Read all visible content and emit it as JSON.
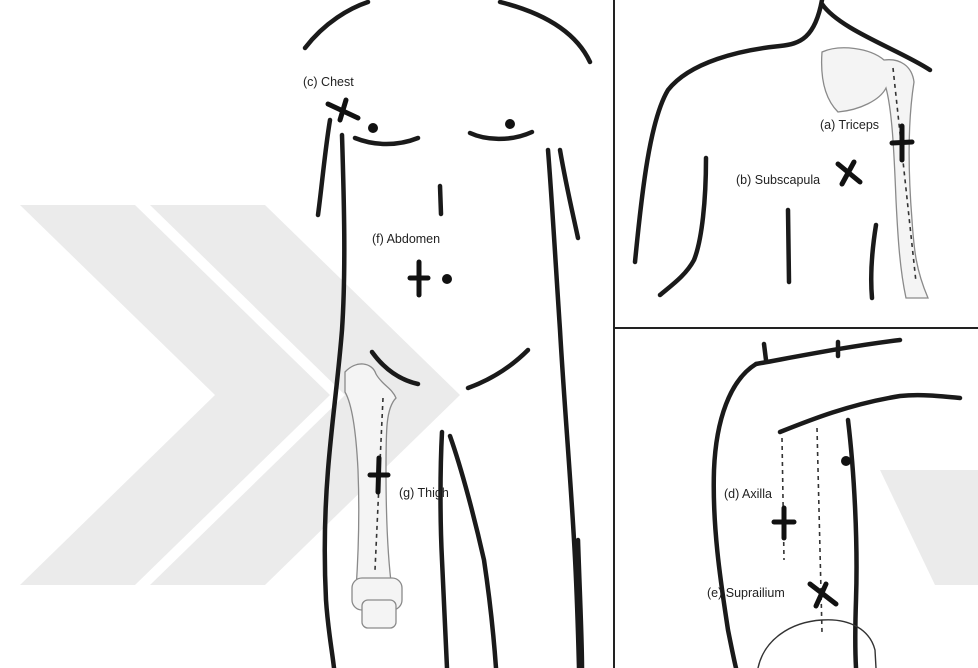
{
  "labels": {
    "chest": "(c) Chest",
    "abdomen": "(f) Abdomen",
    "thigh": "(g) Thigh",
    "triceps": "(a) Triceps",
    "subscapula": "(b) Subscapula",
    "axilla": "(d) Axilla",
    "suprailium": "(e) Suprailium"
  },
  "colors": {
    "ink": "#1a1a1a",
    "watermark": "#ebebeb",
    "background": "#ffffff"
  }
}
